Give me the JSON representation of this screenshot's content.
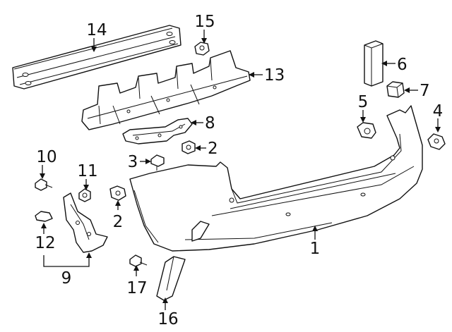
{
  "callouts": {
    "c1": "1",
    "c2a": "2",
    "c2b": "2",
    "c3": "3",
    "c4": "4",
    "c5": "5",
    "c6": "6",
    "c7": "7",
    "c8": "8",
    "c9": "9",
    "c10": "10",
    "c11": "11",
    "c12": "12",
    "c13": "13",
    "c14": "14",
    "c15": "15",
    "c16": "16",
    "c17": "17"
  },
  "colors": {
    "line": "#111111",
    "background": "#ffffff"
  }
}
